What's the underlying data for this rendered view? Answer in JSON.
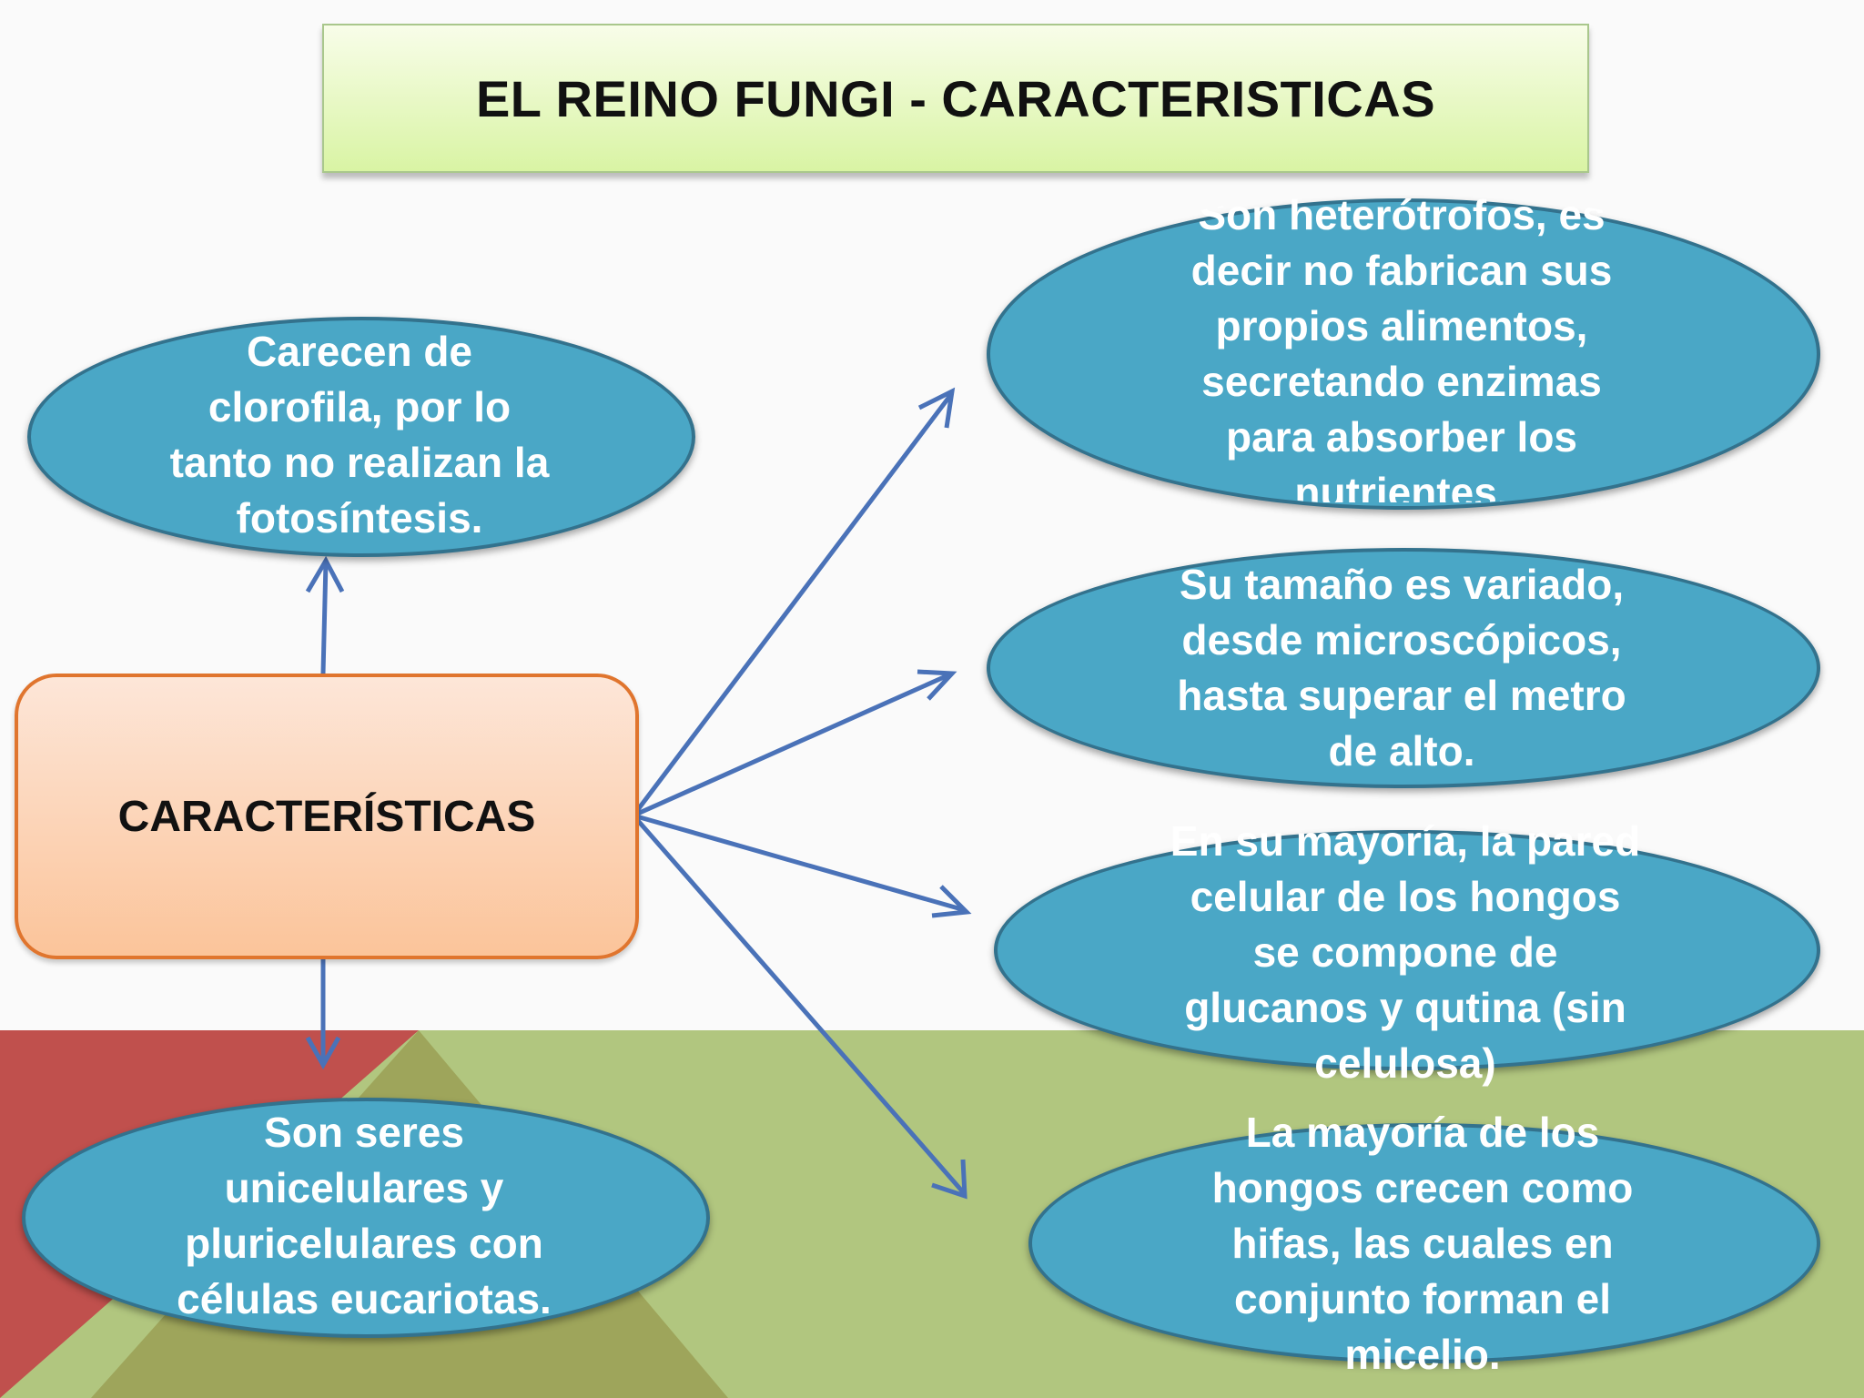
{
  "title": "EL REINO FUNGI - CARACTERISTICAS",
  "center": "CARACTERÍSTICAS",
  "nodes": {
    "top_left": "Carecen de\nclorofila, por lo\ntanto no realizan la\nfotosíntesis.",
    "bottom_left": "Son seres\nunicelulares y\npluricelulares  con\ncélulas eucariotas.",
    "right_1": "Son heterótrofos, es\ndecir no fabrican sus\npropios alimentos,\nsecretando enzimas\npara absorber los\nnutrientes.",
    "right_2": "Su tamaño es variado,\ndesde microscópicos,\nhasta superar el metro\nde alto.",
    "right_3": "En su mayoría, la pared\ncelular de los hongos\nse compone de\nglucanos y qutina  (sin\ncelulosa)",
    "right_4": "La mayoría de los\nhongos crecen como\nhifas, las cuales en\nconjunto forman el\nmicelio."
  },
  "colors": {
    "node_fill": "#4aa7c6",
    "node_border": "#33728d",
    "arrow": "#4a72b8",
    "background_green": "#b1c67f",
    "background_red": "#c0504d",
    "background_olive": "#9ea55b"
  }
}
